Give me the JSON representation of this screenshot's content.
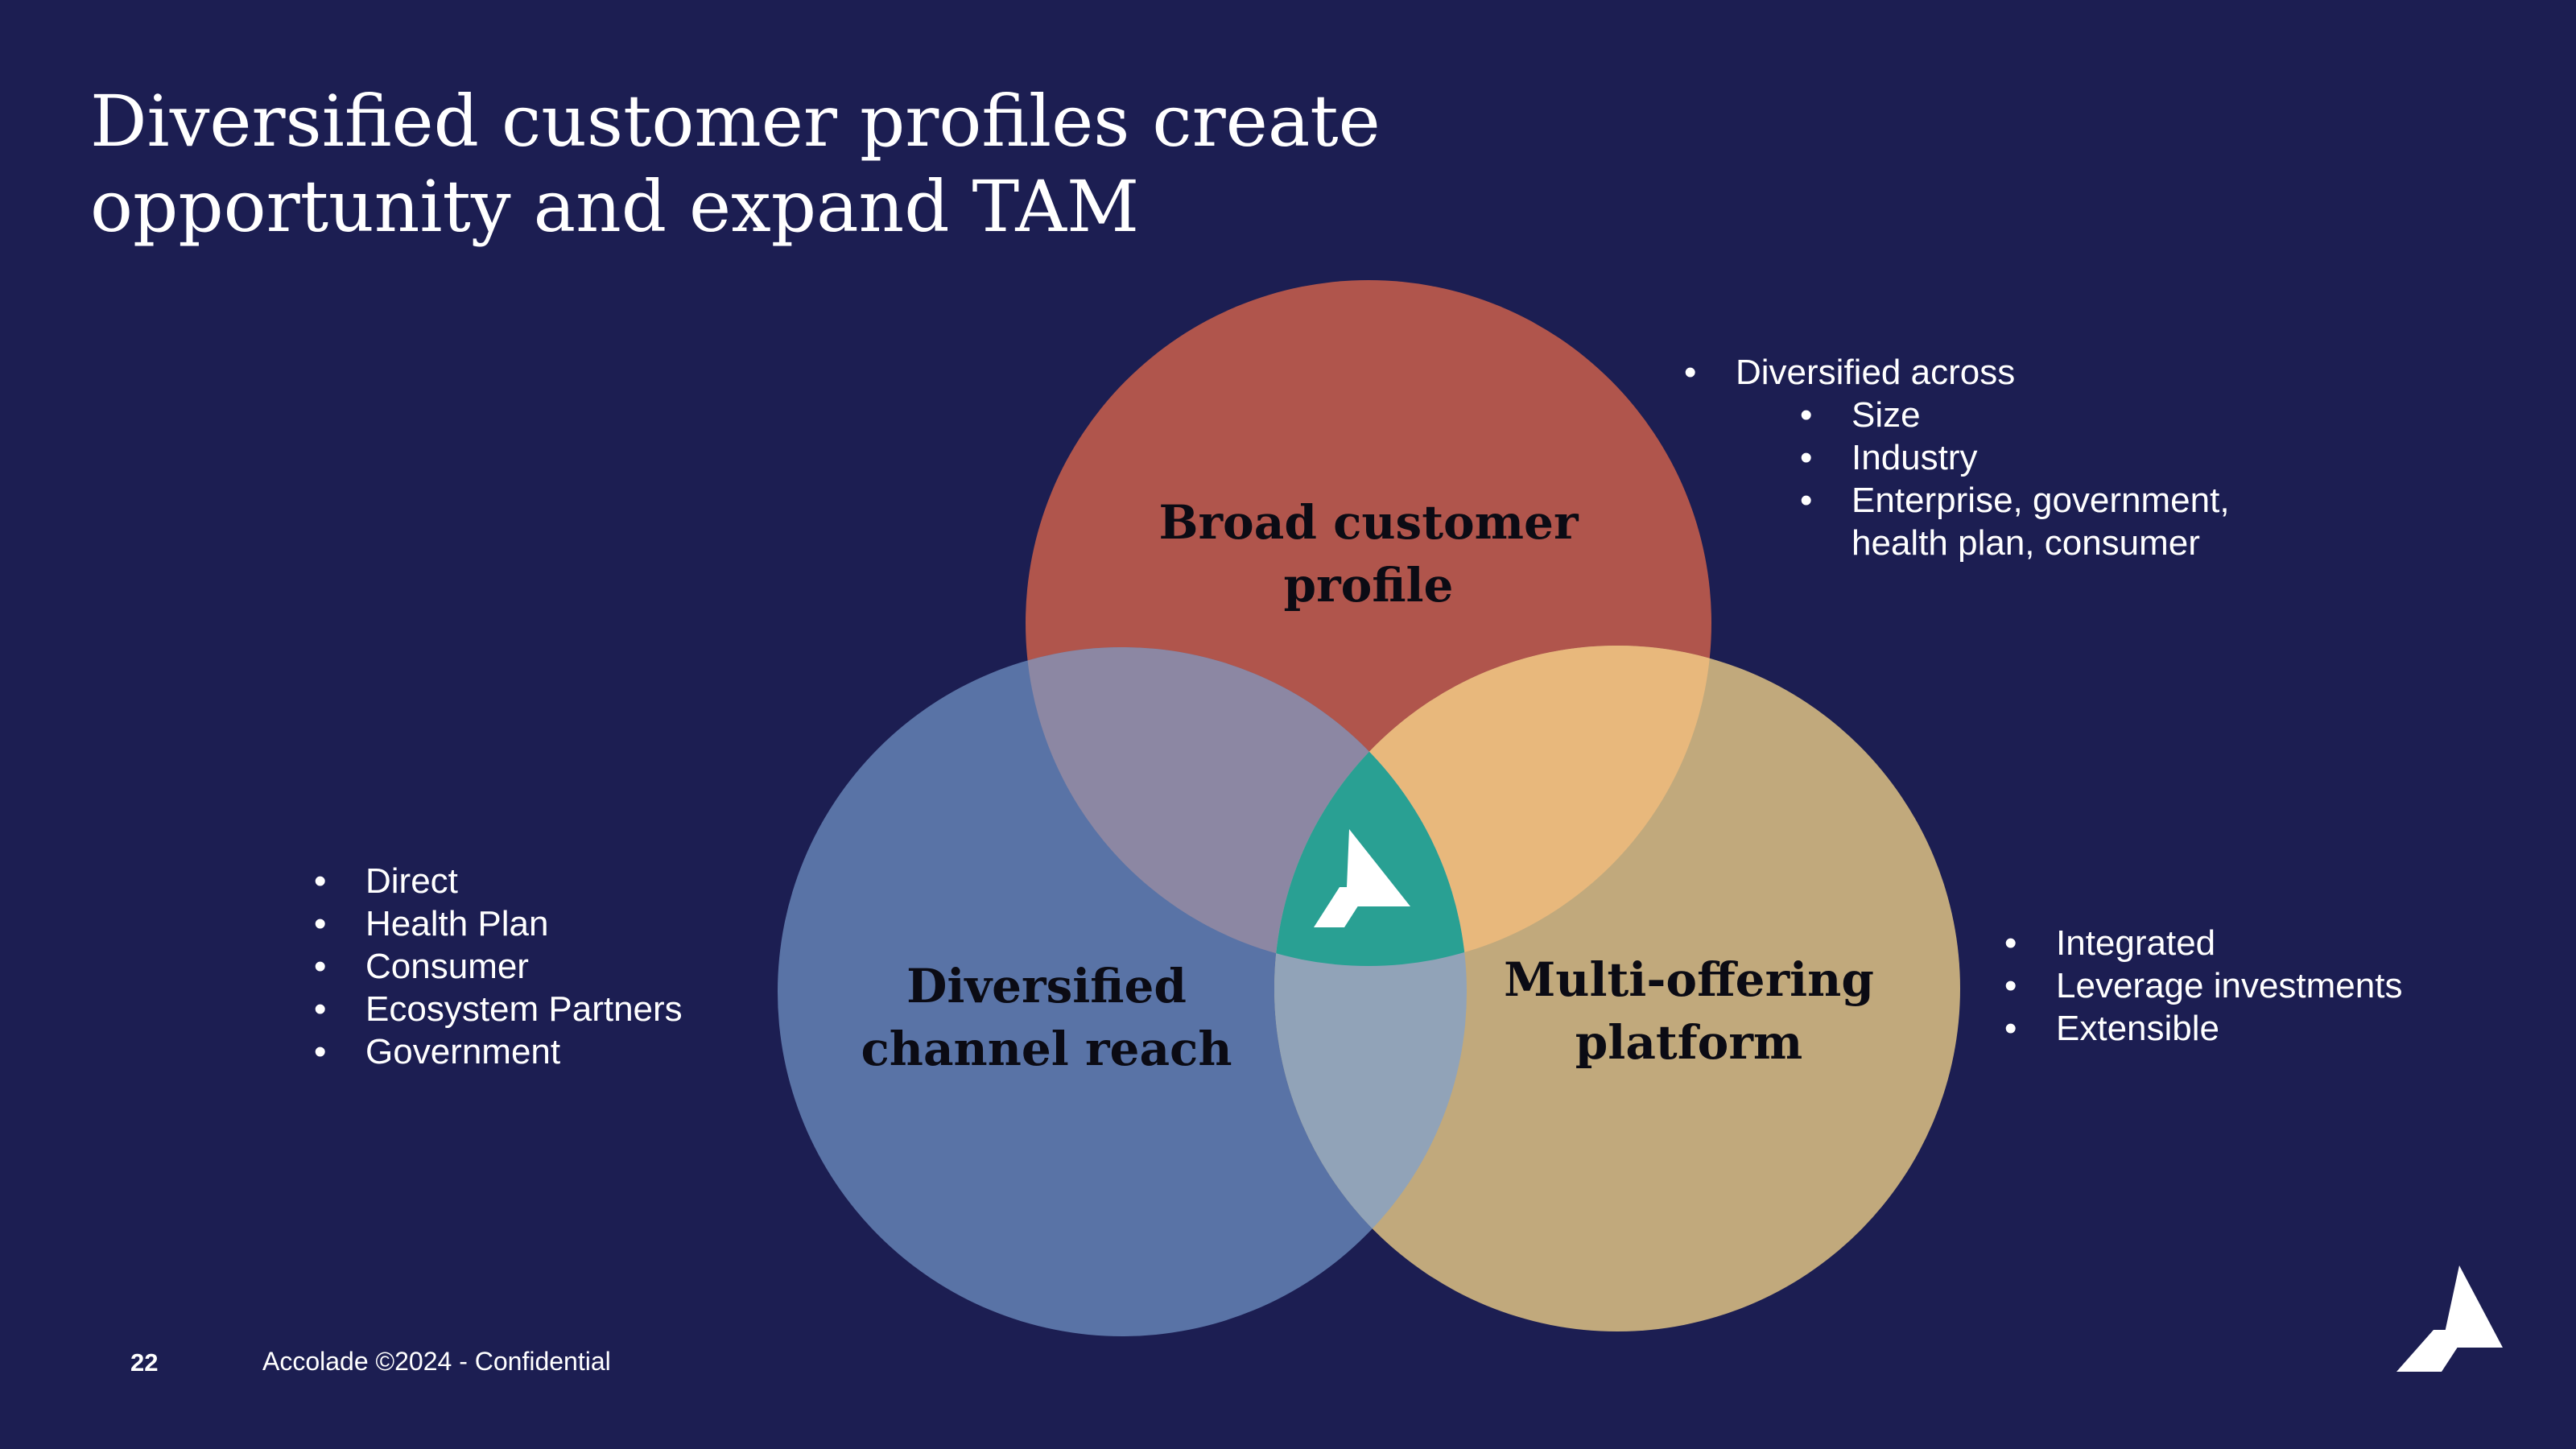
{
  "slide": {
    "title_lines": [
      "Diversified customer profiles create",
      "opportunity and expand TAM"
    ]
  },
  "venn": {
    "circles": [
      {
        "key": "top",
        "label_lines": [
          "Broad customer",
          "profile"
        ],
        "color": "#b0554c"
      },
      {
        "key": "left",
        "label_lines": [
          "Diversified",
          "channel reach"
        ],
        "color": "#5973a6"
      },
      {
        "key": "right",
        "label_lines": [
          "Multi-offering",
          "platform"
        ],
        "color": "#c1a97c"
      }
    ],
    "overlap_colors": {
      "top_left": "#8c87a3",
      "top_right": "#e8b87c",
      "left_right": "#91a3b8",
      "center": "#29a093"
    },
    "center_icon": "accolade-logo-icon"
  },
  "bullets": {
    "top_right": {
      "heading": "Diversified across",
      "items": [
        "Size",
        "Industry",
        "Enterprise, government,"
      ],
      "continuation": "health plan, consumer"
    },
    "left": [
      "Direct",
      "Health Plan",
      "Consumer",
      "Ecosystem Partners",
      "Government"
    ],
    "right": [
      "Integrated",
      "Leverage investments",
      "Extensible"
    ]
  },
  "footer": {
    "page_number": "22",
    "text": "Accolade ©2024 - Confidential"
  },
  "brand": {
    "background": "#1c1e52",
    "text_color": "#ffffff",
    "logo_icon": "accolade-logo-icon"
  }
}
